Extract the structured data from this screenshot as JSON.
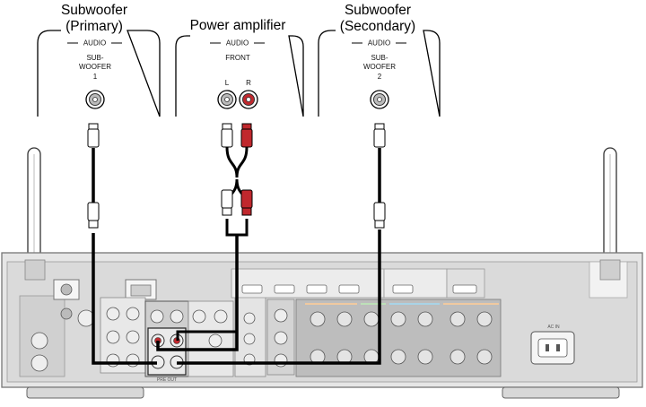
{
  "devices": {
    "sub_primary": {
      "title_line1": "Subwoofer",
      "title_line2": "(Primary)",
      "section": "AUDIO",
      "port_line1": "SUB-",
      "port_line2": "WOOFER",
      "port_line3": "1"
    },
    "power_amp": {
      "title_line1": "Power amplifier",
      "section": "AUDIO",
      "port_label": "FRONT",
      "left_label": "L",
      "right_label": "R"
    },
    "sub_secondary": {
      "title_line1": "Subwoofer",
      "title_line2": "(Secondary)",
      "section": "AUDIO",
      "port_line1": "SUB-",
      "port_line2": "WOOFER",
      "port_line3": "2"
    }
  },
  "receiver": {
    "ac_label": "AC IN",
    "preout_label": "PRE OUT"
  },
  "colors": {
    "line": "#000000",
    "red_connector": "#c0282d",
    "panel_gray": "#dcdcdc",
    "jack_gray": "#9a9a9a"
  }
}
